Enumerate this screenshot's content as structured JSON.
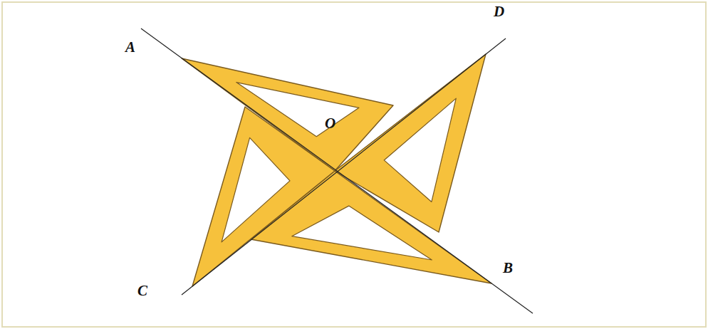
{
  "diagram": {
    "labels": [
      "A",
      "D",
      "O",
      "C",
      "B"
    ]
  }
}
